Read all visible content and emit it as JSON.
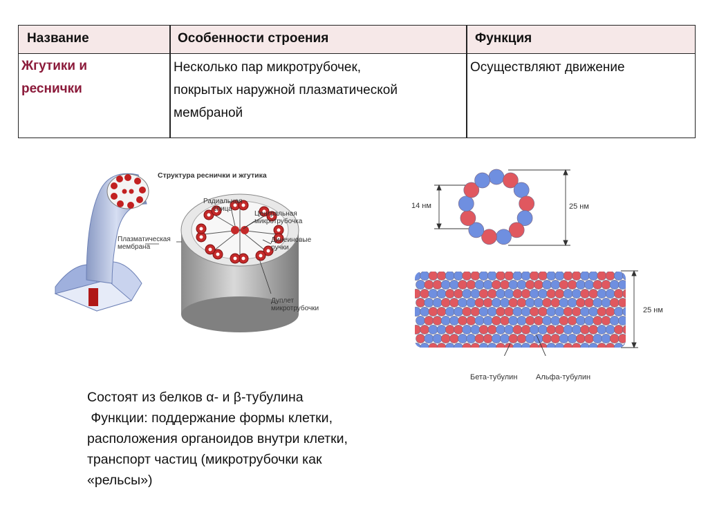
{
  "table": {
    "headers": [
      "Название",
      "Особенности строения",
      "Функция"
    ],
    "row": {
      "name_line1": "Жгутики и",
      "name_line2": "реснички",
      "structure_lines": [
        "Несколько пар микротрубочек,",
        "покрытых наружной плазматической",
        "мембраной"
      ],
      "function": "Осуществляют  движение"
    }
  },
  "figure_left": {
    "title": "Структура реснички и жгутика",
    "labels": {
      "membrane_1": "Плазматическая",
      "membrane_2": "мембрана",
      "spoke_1": "Радиальная",
      "spoke_2": "спица",
      "central_1": "Центральная",
      "central_2": "микротрубочка",
      "dynein_1": "Динеиновые",
      "dynein_2": "ручки",
      "doublet_1": "Дуплет",
      "doublet_2": "микротрубочки"
    }
  },
  "figure_right": {
    "inner_diameter": "14 нм",
    "outer_diameter_ring": "25 нм",
    "outer_diameter_tube": "25 нм",
    "beta_label": "Бета-тубулин",
    "alpha_label": "Альфа-тубулин",
    "colors": {
      "alpha": "#e0585f",
      "beta": "#6f8fe0"
    }
  },
  "text_block": {
    "lines": [
      "Состоят из белков α- и β-тубулина",
      " Функции: поддержание формы клетки,",
      "расположения органоидов внутри клетки,",
      "транспорт частиц (микротрубочки как",
      "«рельсы»)"
    ]
  }
}
